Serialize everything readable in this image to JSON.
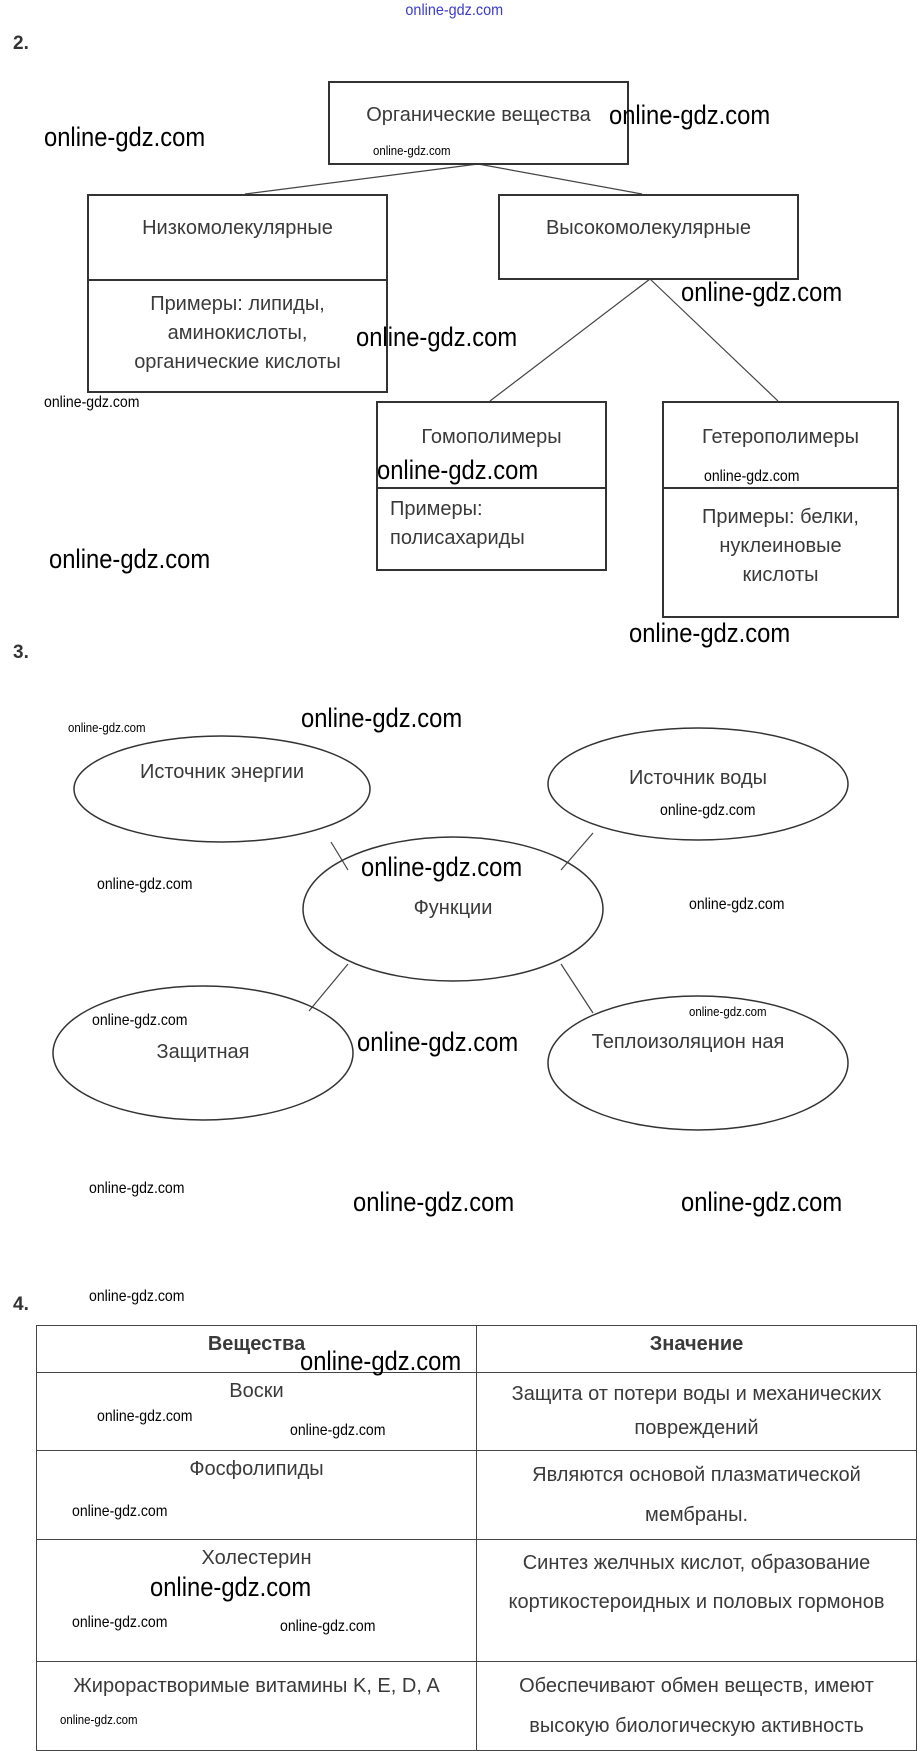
{
  "header_watermark": "online-gdz.com",
  "watermark": "online-gdz.com",
  "task2": {
    "number": "2.",
    "root": "Органические вещества",
    "low": {
      "title": "Низкомолекулярные",
      "examples": "Примеры: липиды, аминокислоты, органические кислоты"
    },
    "high": {
      "title": "Высокомолекулярные"
    },
    "homo": {
      "title": "Гомополимеры",
      "examples": "Примеры: полисахариды"
    },
    "hetero": {
      "title": "Гетерополимеры",
      "examples": "Примеры: белки, нуклеиновые кислоты"
    }
  },
  "task3": {
    "number": "3.",
    "center": "Функции",
    "nodes": [
      "Источник энергии",
      "Источник воды",
      "Защитная",
      "Теплоизоляцион ная"
    ]
  },
  "task4": {
    "number": "4.",
    "headers": [
      "Вещества",
      "Значение"
    ],
    "rows": [
      [
        "Воски",
        "Защита от потери воды и механических повреждений"
      ],
      [
        "Фосфолипиды",
        "Являются основой плазматической мембраны."
      ],
      [
        "Холестерин",
        "Синтез желчных кислот, образование кортикостероидных и половых гормонов"
      ],
      [
        "Жирорастворимые витамины K, E, D, A",
        "Обеспечивают обмен веществ, имеют высокую биологическую активность"
      ]
    ]
  }
}
